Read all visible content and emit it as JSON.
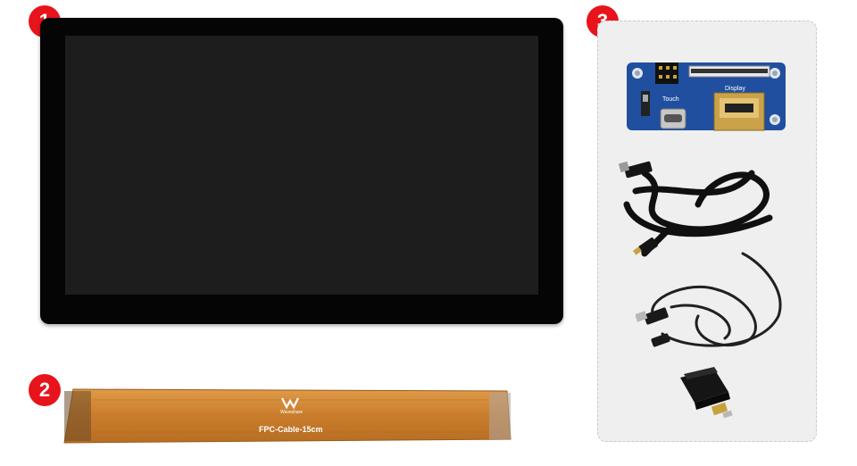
{
  "badges": {
    "one": "1",
    "two": "2",
    "three": "3"
  },
  "fpc_cable": {
    "label": "FPC-Cable-15cm",
    "logo_text": "Waveshare"
  },
  "adapter_board": {
    "touch_label": "Touch",
    "display_label": "Display"
  },
  "colors": {
    "badge": "#e8141b",
    "bezel": "#050505",
    "screen": "#1d1d1d",
    "fpc": "#d08a3a",
    "pcb": "#1f4f9e",
    "panel": "#efefef"
  }
}
